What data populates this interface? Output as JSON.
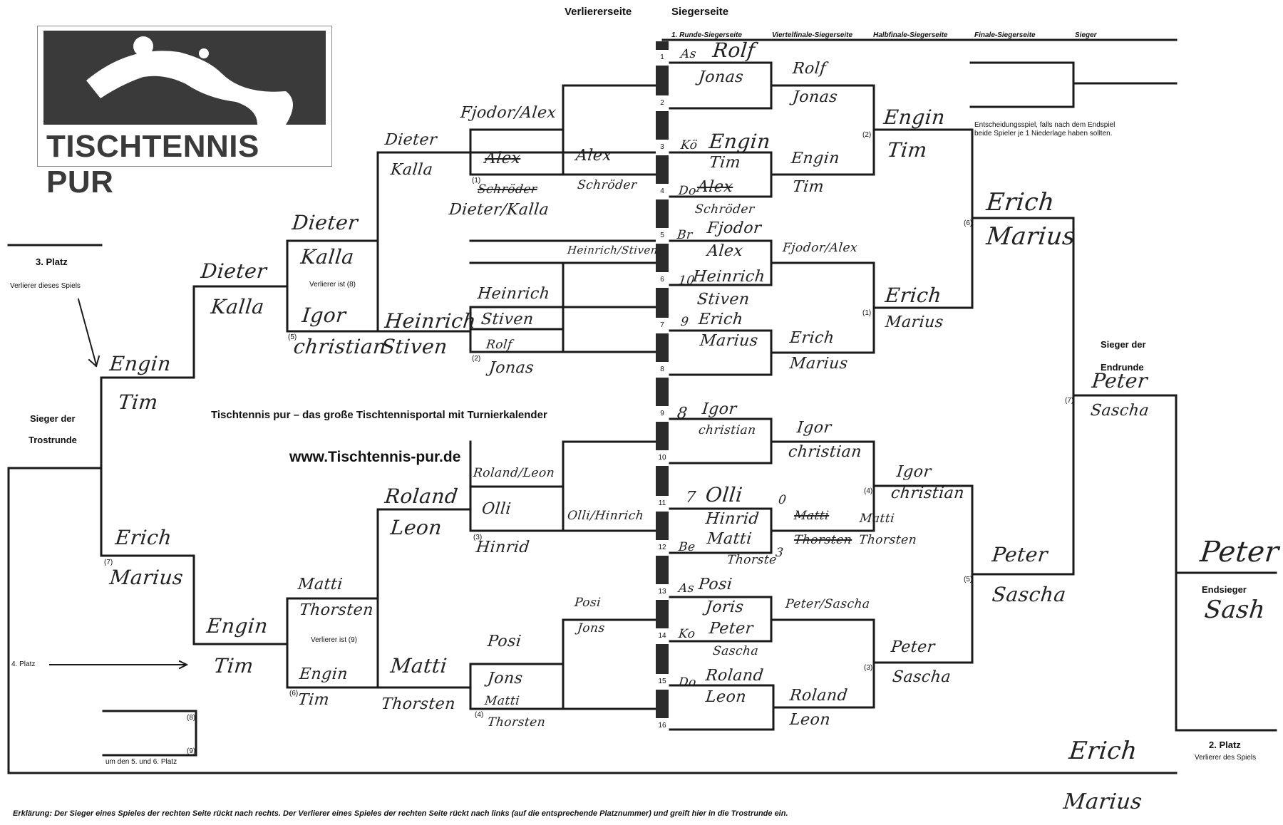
{
  "headers": {
    "loser_side": "Verliererseite",
    "winner_side": "Siegerseite",
    "rounds": [
      "1. Runde-Siegerseite",
      "Viertelfinale-Siegerseite",
      "Halbfinale-Siegerseite",
      "Finale-Siegerseite",
      "Sieger"
    ]
  },
  "logo": {
    "text": "TISCHTENNIS PUR"
  },
  "center": {
    "title": "Tischtennis pur – das große Tischtennisportal mit Turnierkalender",
    "url": "www.Tischtennis-pur.de"
  },
  "labels": {
    "third_place": "3. Platz",
    "third_place_note": "Verlierer dieses Spiels",
    "consolation_winner_1": "Sieger der",
    "consolation_winner_2": "Trostrunde",
    "fourth_place": "4. Platz",
    "fifth_sixth": "um den 5. und 6. Platz",
    "loser_is_8": "Verlierer ist (8)",
    "loser_is_9": "Verlierer ist (9)",
    "decider_1": "Entscheidungsspiel, falls nach dem Endspiel",
    "decider_2": "beide Spieler je 1 Niederlage haben sollten.",
    "final_winner_1": "Sieger der",
    "final_winner_2": "Endrunde",
    "overall_winner": "Endsieger",
    "second_place": "2. Platz",
    "second_place_note": "Verlierer des Spiels",
    "explanation": "Erklärung: Der Sieger eines Spieles der rechten Seite rückt nach rechts. Der Verlierer eines Spieles der rechten Seite rückt nach links (auf die entsprechende Platznummer) und greift hier in die Trostrunde ein."
  },
  "game_numbers": [
    "(1)",
    "(2)",
    "(3)",
    "(4)",
    "(5)",
    "(6)",
    "(7)",
    "(8)",
    "(9)"
  ],
  "slots": [
    "1",
    "2",
    "3",
    "4",
    "5",
    "6",
    "7",
    "8",
    "9",
    "10",
    "11",
    "12",
    "13",
    "14",
    "15",
    "16"
  ],
  "handwriting": {
    "ws_r1": [
      "Rolf",
      "Jonas",
      "Engin",
      "Tim",
      "Alex",
      "Schröder",
      "Fjodor",
      "Alex",
      "Heinrich",
      "Stiven",
      "Erich",
      "Marius",
      "Igor",
      "christian",
      "Olli",
      "Hinrid",
      "Matti",
      "Thorste",
      "Posi",
      "Joris",
      "Peter",
      "Sascha",
      "Roland",
      "Leon"
    ],
    "ws_seeds": [
      "As",
      "Kö",
      "Do",
      "Br",
      "10",
      "9",
      "8",
      "7",
      "Be",
      "As",
      "Ko",
      "Do",
      "3"
    ],
    "ws_qf": [
      "Rolf",
      "Jonas",
      "Engin",
      "Tim",
      "Fjodor/Alex",
      "Erich",
      "Marius",
      "Igor",
      "christian",
      "Matti",
      "Thorsten",
      "Matti",
      "Thorsten",
      "Peter/Sascha",
      "Roland",
      "Leon",
      "0"
    ],
    "ws_sf": [
      "Engin",
      "Tim",
      "Erich",
      "Marius",
      "Igor",
      "christian",
      "Peter",
      "Sascha"
    ],
    "ws_f": [
      "Erich",
      "Marius",
      "Peter",
      "Sascha"
    ],
    "ws_winner": [
      "Peter",
      "Sascha"
    ],
    "final": [
      "Peter",
      "Sash",
      "Erich",
      "Marius"
    ],
    "ls_upper": [
      "Fjodor/Alex",
      "Alex",
      "Schröder",
      "Dieter/Kalla",
      "Alex",
      "Schröder",
      "Heinrich/Stiven",
      "Heinrich",
      "Stiven",
      "Rolf",
      "Jonas",
      "Dieter",
      "Kalla",
      "Heinrich",
      "Stiven",
      "Dieter",
      "Kalla",
      "Igor",
      "christian",
      "Dieter",
      "Kalla"
    ],
    "ls_lower": [
      "Roland/Leon",
      "Olli",
      "Hinrid",
      "Olli/Hinrich",
      "Posi",
      "Jons",
      "Posi",
      "Jons",
      "Matti",
      "Thorsten",
      "Roland",
      "Leon",
      "Matti",
      "Thorsten",
      "Matti",
      "Thorsten",
      "Engin",
      "Tim",
      "Engin",
      "Tim"
    ],
    "trost": [
      "Engin",
      "Tim",
      "Erich",
      "Marius"
    ]
  }
}
